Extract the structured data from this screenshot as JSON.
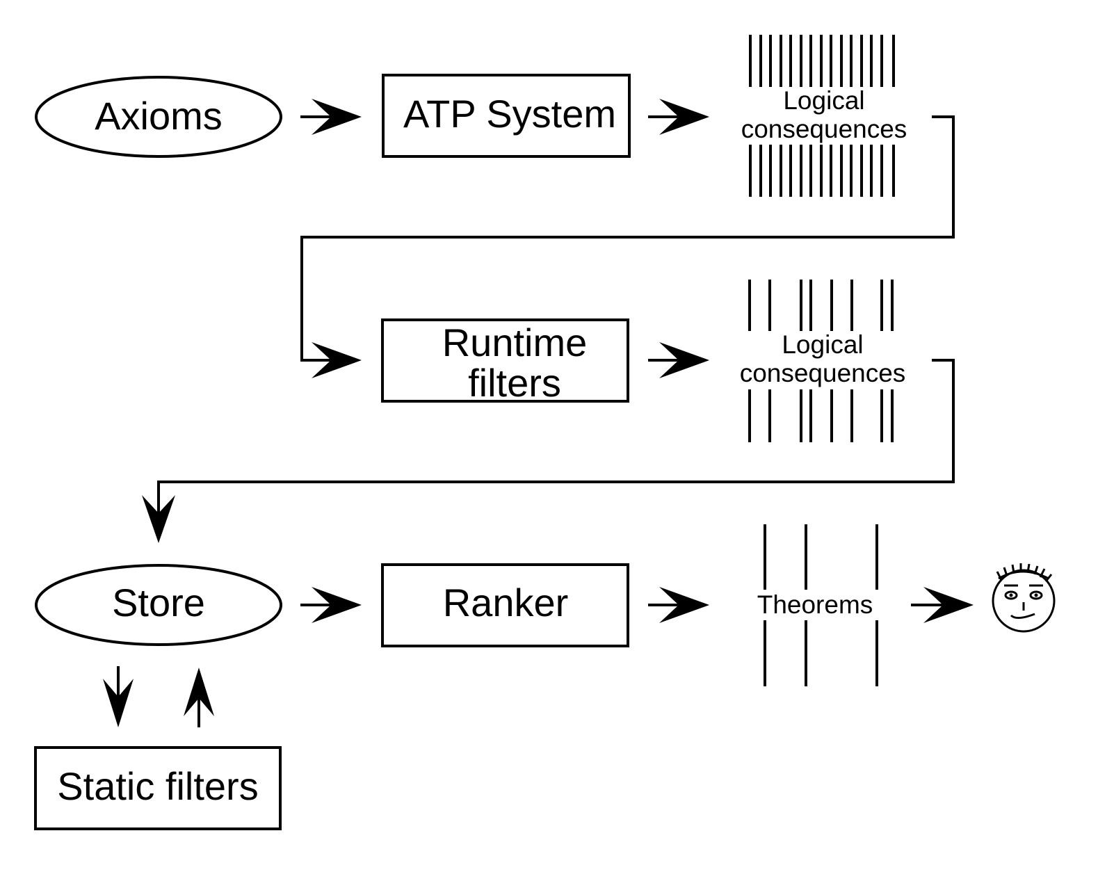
{
  "nodes": {
    "axioms": "Axioms",
    "atp_system": "ATP System",
    "consequences_1_line1": "Logical",
    "consequences_1_line2": "consequences",
    "runtime_filters_line1": "Runtime",
    "runtime_filters_line2": "filters",
    "consequences_2_line1": "Logical",
    "consequences_2_line2": "consequences",
    "store": "Store",
    "ranker": "Ranker",
    "theorems": "Theorems",
    "static_filters": "Static filters"
  },
  "icons": {
    "user": "smiley-face-icon"
  }
}
